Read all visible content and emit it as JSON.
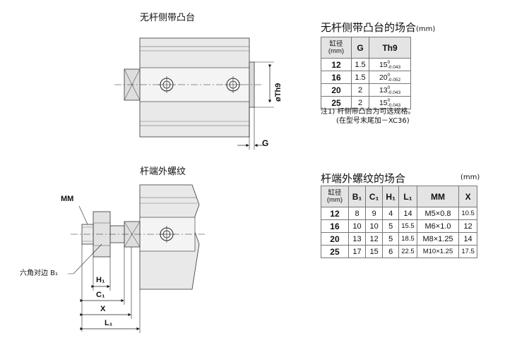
{
  "fig1": {
    "title": "无杆侧带凸台",
    "label_th9": "øTh9",
    "label_g": "G"
  },
  "fig2": {
    "title": "杆端外螺纹",
    "label_mm": "MM",
    "label_b1": "六角对边 B₁",
    "label_h1": "H₁",
    "label_c1": "C₁",
    "label_x": "X",
    "label_l1": "L₁"
  },
  "table1": {
    "title": "无杆侧带凸台的场合",
    "unit": "(mm)",
    "headers": [
      "缸径\n(mm)",
      "G",
      "Th9"
    ],
    "rows": [
      {
        "bore": "12",
        "g": "1.5",
        "th9": "15",
        "tol_hi": "0",
        "tol_lo": "-0.043"
      },
      {
        "bore": "16",
        "g": "1.5",
        "th9": "20",
        "tol_hi": "0",
        "tol_lo": "-0.052"
      },
      {
        "bore": "20",
        "g": "2",
        "th9": "13",
        "tol_hi": "0",
        "tol_lo": "-0.043"
      },
      {
        "bore": "25",
        "g": "2",
        "th9": "15",
        "tol_hi": "0",
        "tol_lo": "-0.043"
      }
    ],
    "note1": "注1) 杆侧带凸台为可选规格。",
    "note2": "(在型号末尾加－XC36)"
  },
  "table2": {
    "title": "杆端外螺纹的场合",
    "unit": "(mm)",
    "headers": [
      "缸径\n(mm)",
      "B₁",
      "C₁",
      "H₁",
      "L₁",
      "MM",
      "X"
    ],
    "rows": [
      [
        "12",
        "8",
        "9",
        "4",
        "14",
        "M5×0.8",
        "10.5"
      ],
      [
        "16",
        "10",
        "10",
        "5",
        "15.5",
        "M6×1.0",
        "12"
      ],
      [
        "20",
        "13",
        "12",
        "5",
        "18.5",
        "M8×1.25",
        "14"
      ],
      [
        "25",
        "17",
        "15",
        "6",
        "22.5",
        "M10×1.25",
        "17.5"
      ]
    ]
  }
}
